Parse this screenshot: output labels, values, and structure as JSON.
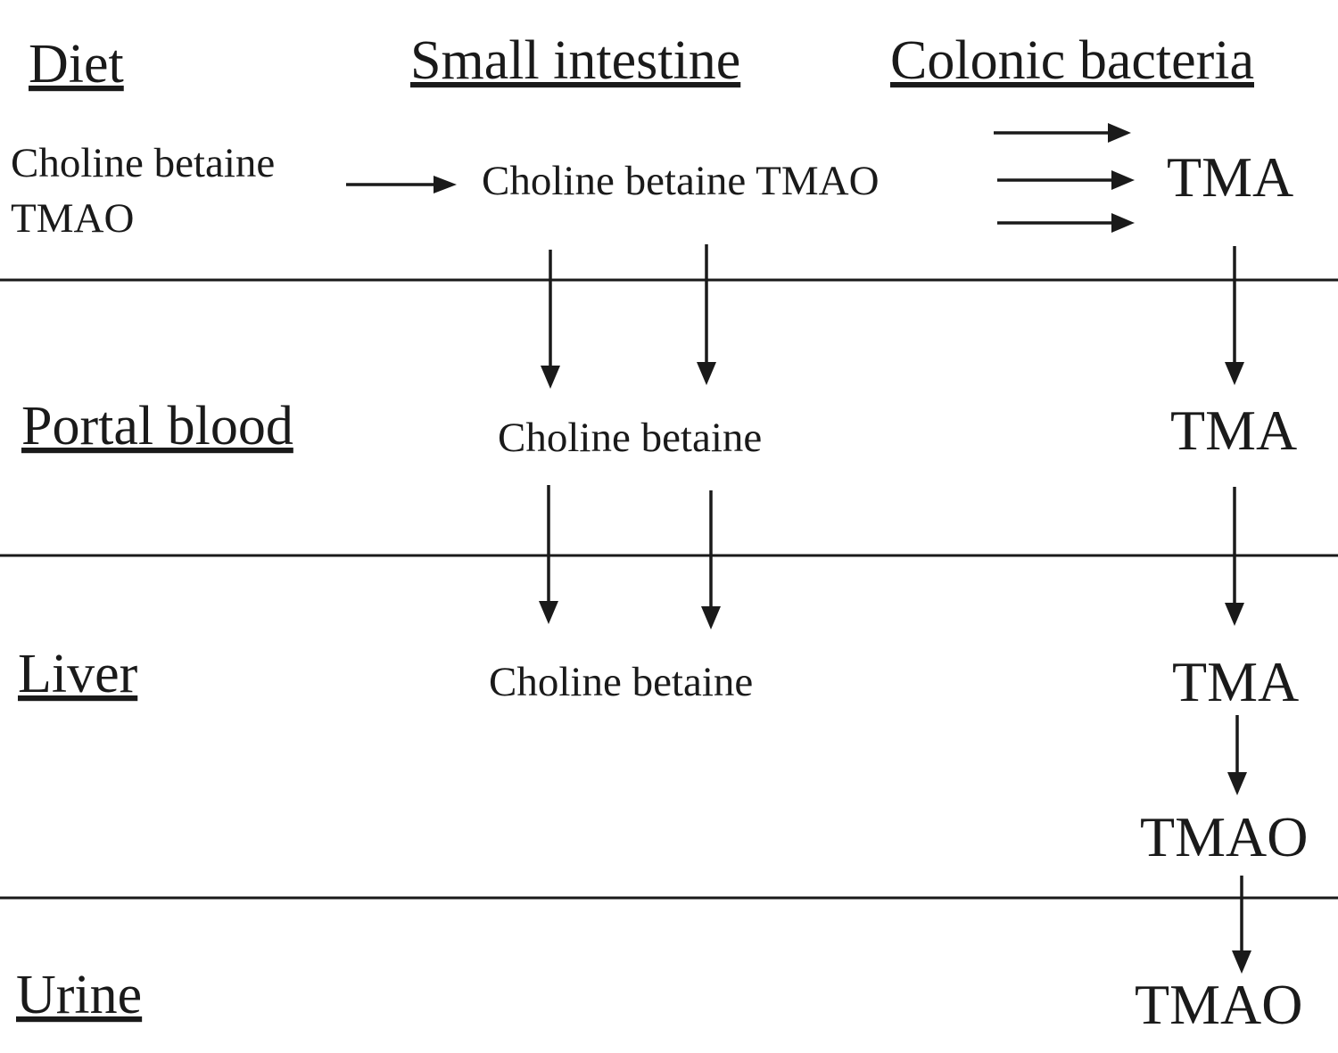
{
  "headers": {
    "diet": "Diet",
    "small_intestine": "Small intestine",
    "colonic_bacteria": "Colonic bacteria",
    "portal_blood": "Portal blood",
    "liver": "Liver",
    "urine": "Urine"
  },
  "diet": {
    "line1": "Choline betaine",
    "line2": "TMAO"
  },
  "small_intestine": {
    "compounds": "Choline betaine TMAO"
  },
  "colon": {
    "tma": "TMA"
  },
  "portal_blood": {
    "compounds": "Choline betaine",
    "tma": "TMA"
  },
  "liver": {
    "compounds": "Choline betaine",
    "tma": "TMA",
    "tmao": "TMAO"
  },
  "urine": {
    "tmao": "TMAO"
  }
}
